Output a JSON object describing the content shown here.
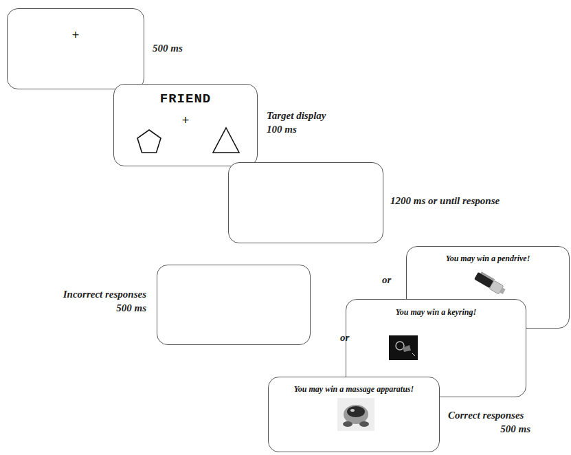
{
  "diagram": {
    "nodes": [
      {
        "text": [
          "+"
        ]
      },
      {
        "text": [
          "FRIEND",
          "+"
        ]
      },
      {
        "text": [
          "You may win a pendrive!"
        ]
      },
      {
        "text": [
          "You may win a keyring!"
        ]
      },
      {
        "text": [
          "You may win a massage apparatus!"
        ]
      }
    ],
    "labels": [
      "500 ms",
      "Target display",
      "100 ms",
      "1200 ms or until response",
      "Incorrect responses",
      "500 ms",
      "or",
      "or",
      "Correct responses",
      "500 ms"
    ]
  }
}
